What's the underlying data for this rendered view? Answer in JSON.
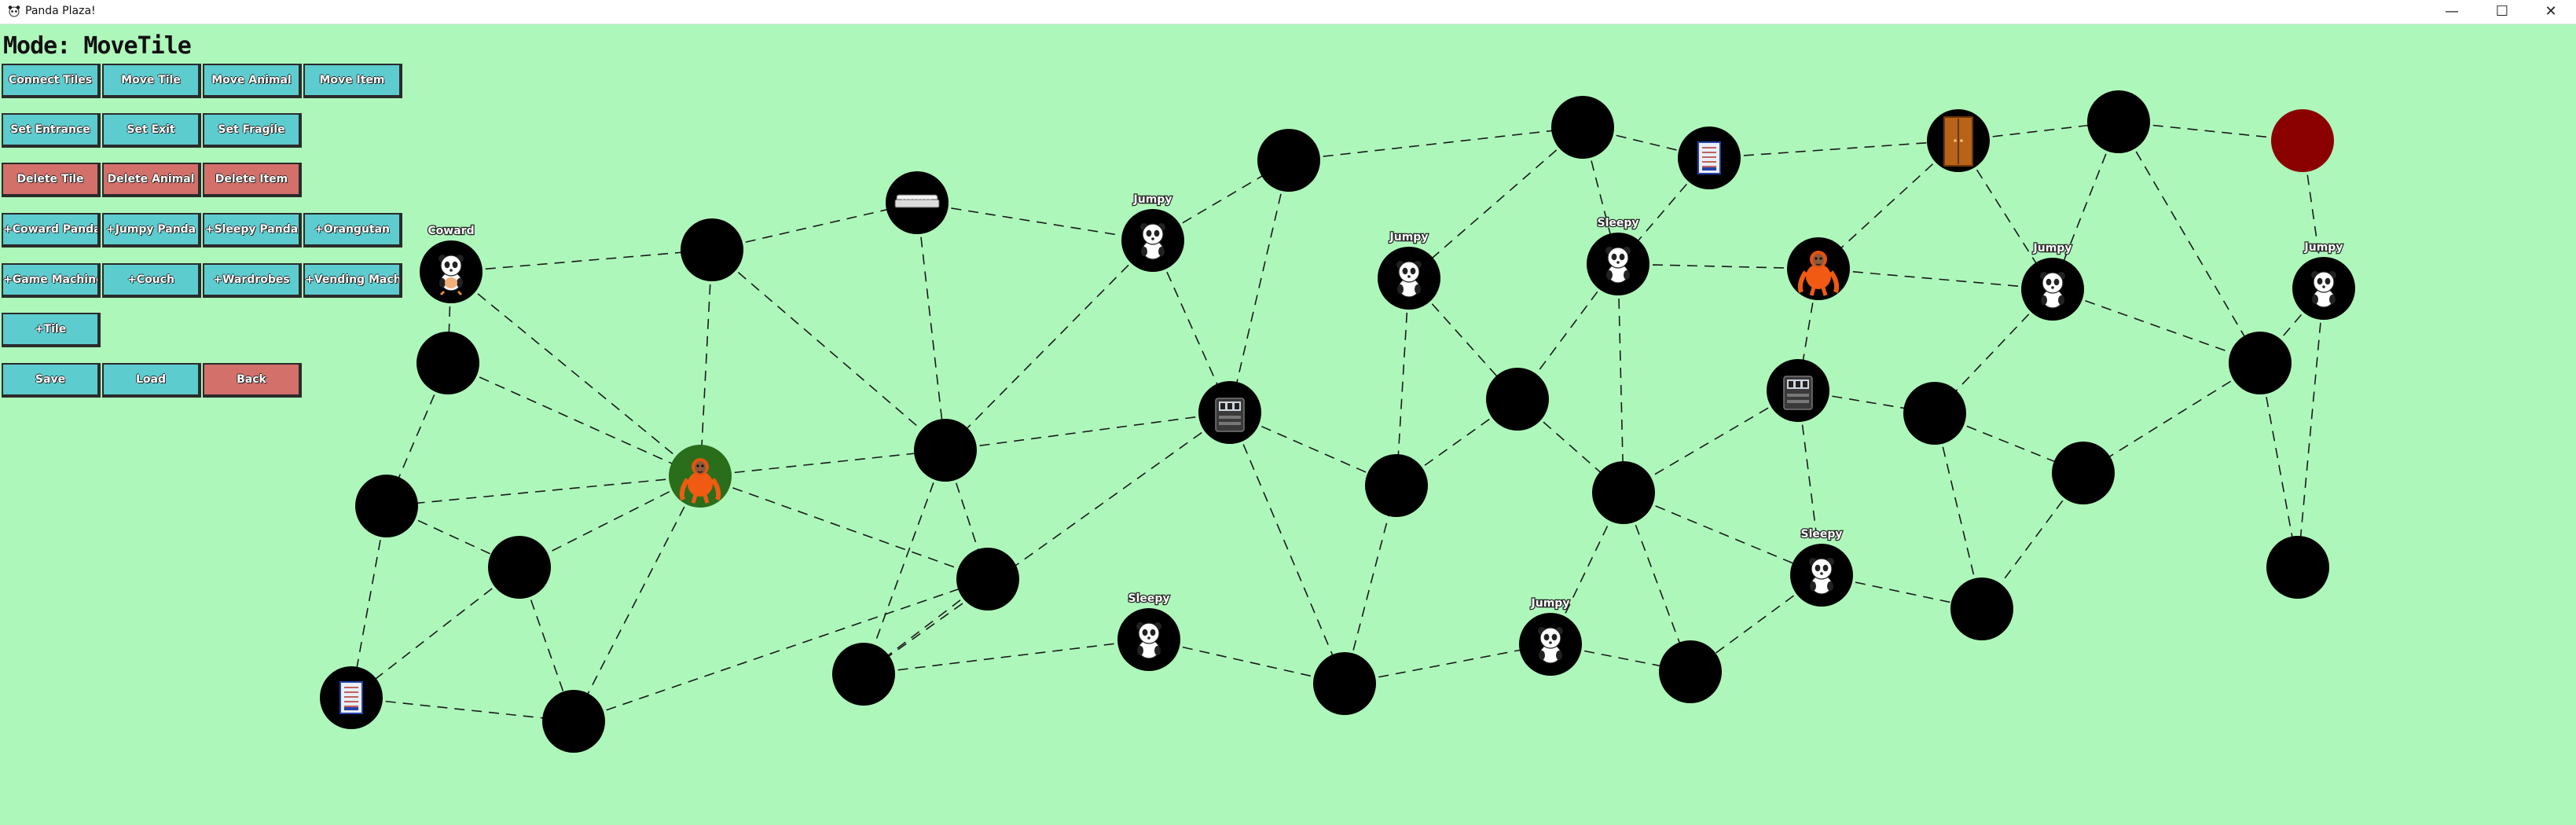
{
  "window": {
    "title": "Panda Plaza!",
    "controls": {
      "minimize": "—",
      "maximize": "☐",
      "close": "✕"
    }
  },
  "mode": {
    "label": "Mode: MoveTile"
  },
  "toolbar": {
    "row1": [
      "Connect Tiles",
      "Move Tile",
      "Move Animal",
      "Move Item"
    ],
    "row2": [
      "Set Entrance",
      "Set Exit",
      "Set Fragile"
    ],
    "row3": [
      "Delete Tile",
      "Delete Animal",
      "Delete Item"
    ],
    "row4": [
      "+Coward Panda",
      "+Jumpy Panda",
      "+Sleepy Panda",
      "+Orangutan"
    ],
    "row5": [
      "+Game Machine",
      "+Couch",
      "+Wardrobes",
      "+Vending Machine"
    ],
    "row6": [
      "+Tile"
    ],
    "row7": [
      "Save",
      "Load",
      "Back"
    ]
  },
  "colors": {
    "background": "#aef7bb",
    "tile": "#000000",
    "entrance_tile": "#2a6e1c",
    "exit_tile": "#8b0000",
    "button_teal": "#5ccccf",
    "button_red": "#d27069"
  },
  "entities": {
    "coward": "Coward",
    "jumpy": "Jumpy",
    "sleepy": "Sleepy"
  }
}
